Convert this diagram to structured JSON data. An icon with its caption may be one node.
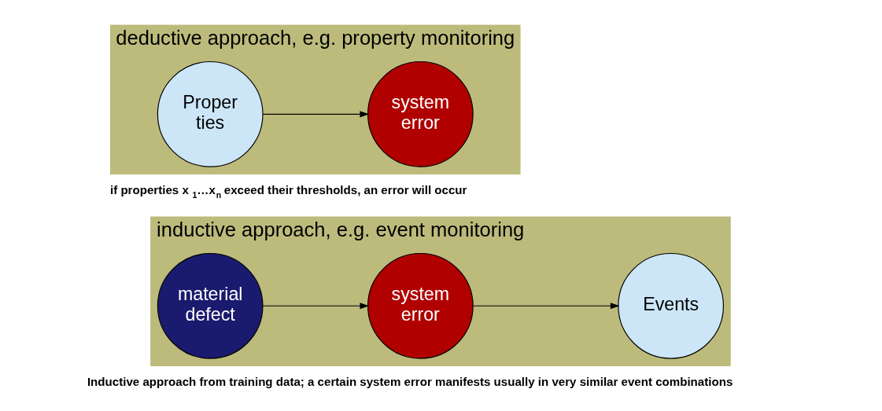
{
  "diagram": {
    "nodes": [
      {
        "text": [
          "deductive approach, e.g. property monitoring"
        ],
        "beside": [
          "if properties x$_{1}$…x$_{n}$ exceed their thresholds, an error will occur"
        ]
      },
      {
        "text": [
          "Proper ties"
        ],
        "in": 0
      },
      {
        "text": [
          "system error"
        ],
        "in": 0
      },
      {
        "text": [
          "inductive approach, e.g. event monitoring"
        ],
        "beside": [
          "Inductive approach from training data; a certain system error manifests usually in very similar event combinations"
        ]
      },
      {
        "text": [
          "material defect"
        ],
        "in": 3
      },
      {
        "text": [
          "system error"
        ],
        "in": 3
      },
      {
        "text": [
          "Events"
        ],
        "in": 3
      }
    ],
    "edges": [
      {
        "from": 1,
        "to": 2,
        "arrow": "to"
      },
      {
        "from": 4,
        "to": 5,
        "arrow": "to"
      },
      {
        "from": 5,
        "to": 6,
        "arrow": "to"
      }
    ]
  }
}
